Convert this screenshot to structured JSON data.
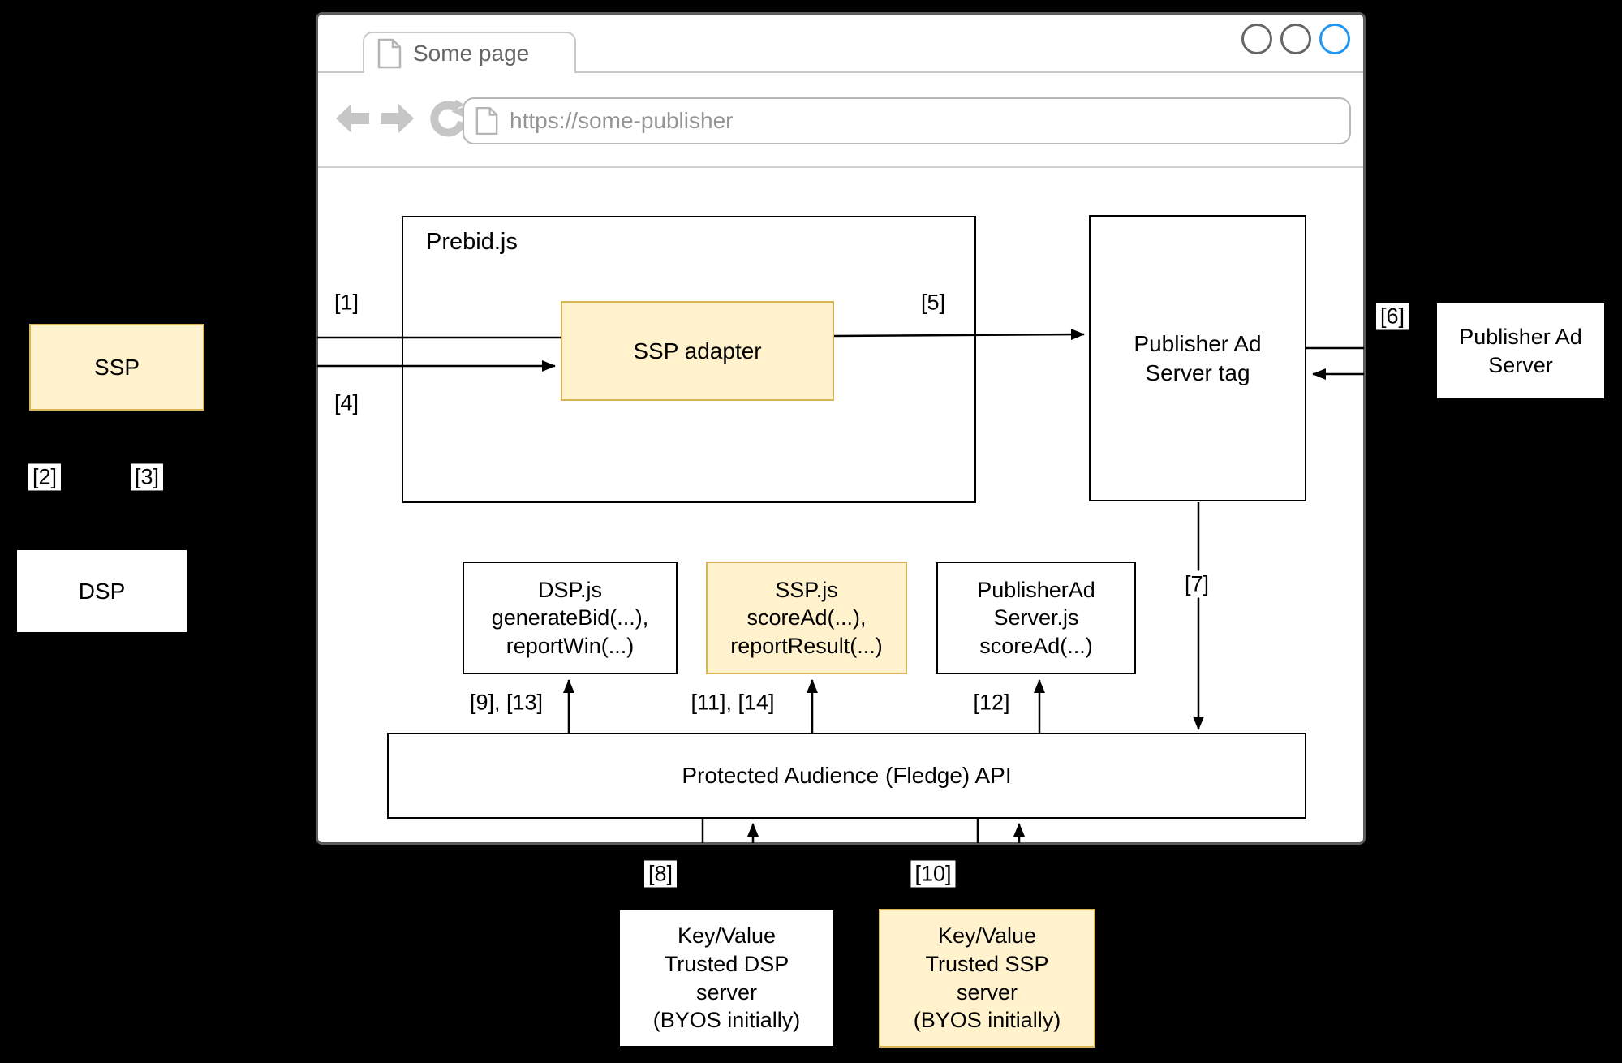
{
  "browser": {
    "tab_title": "Some page",
    "url": "https://some-publisher",
    "window_controls_count": "3"
  },
  "diagram": {
    "boxes": {
      "prebid": {
        "label": "Prebid.js"
      },
      "ssp_adapter": {
        "label": "SSP adapter"
      },
      "pub_tag": {
        "lines": [
          "Publisher Ad",
          "Server tag"
        ]
      },
      "api": {
        "label": "Protected Audience (Fledge) API"
      },
      "dsp_js": {
        "lines": [
          "DSP.js",
          "generateBid(...),",
          "reportWin(...)"
        ]
      },
      "ssp_js": {
        "lines": [
          "SSP.js",
          "scoreAd(...),",
          "reportResult(...)"
        ]
      },
      "pub_js": {
        "lines": [
          "PublisherAd",
          "Server.js",
          "scoreAd(...)"
        ]
      },
      "ssp": {
        "label": "SSP"
      },
      "dsp": {
        "label": "DSP"
      },
      "pub_server": {
        "lines": [
          "Publisher Ad",
          "Server"
        ]
      },
      "kv_dsp": {
        "lines": [
          "Key/Value",
          "Trusted DSP",
          "server",
          "(BYOS initially)"
        ]
      },
      "kv_ssp": {
        "lines": [
          "Key/Value",
          "Trusted SSP",
          "server",
          "(BYOS initially)"
        ]
      }
    },
    "steps": {
      "s1": "[1]",
      "s2": "[2]",
      "s3": "[3]",
      "s4": "[4]",
      "s5": "[5]",
      "s6": "[6]",
      "s7": "[7]",
      "s8": "[8]",
      "s10": "[10]",
      "s12": "[12]",
      "s9_13": "[9], [13]",
      "s11_14": "[11], [14]"
    }
  },
  "colors": {
    "background": "#000000",
    "highlight_fill": "#FFF2CC",
    "highlight_border": "#D6B656",
    "window_border": "#5c5c5c",
    "chrome_gray": "#c6c6c6",
    "active_control_blue": "#2196F3",
    "line_black": "#000000"
  }
}
